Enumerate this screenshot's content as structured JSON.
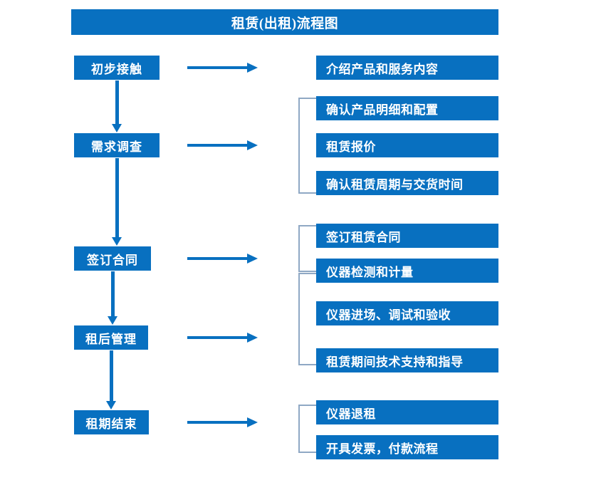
{
  "chart_data": {
    "type": "diagram",
    "title": "租赁(出租)流程图",
    "stages": [
      {
        "label": "初步接触",
        "details": [
          "介绍产品和服务内容"
        ]
      },
      {
        "label": "需求调查",
        "details": [
          "确认产品明细和配置",
          "租赁报价",
          "确认租赁周期与交货时间"
        ]
      },
      {
        "label": "签订合同",
        "details": [
          "签订租赁合同",
          "仪器检测和计量"
        ]
      },
      {
        "label": "租后管理",
        "details": [
          "仪器进场、调试和验收",
          "租赁期间技术支持和指导"
        ]
      },
      {
        "label": "租期结束",
        "details": [
          "仪器退租",
          "开具发票，付款流程"
        ]
      }
    ]
  },
  "diagram": {
    "title": "租赁(出租)流程图",
    "stages": [
      {
        "label": "初步接触"
      },
      {
        "label": "需求调查"
      },
      {
        "label": "签订合同"
      },
      {
        "label": "租后管理"
      },
      {
        "label": "租期结束"
      }
    ],
    "details": [
      {
        "label": "介绍产品和服务内容"
      },
      {
        "label": "确认产品明细和配置"
      },
      {
        "label": "租赁报价"
      },
      {
        "label": "确认租赁周期与交货时间"
      },
      {
        "label": "签订租赁合同"
      },
      {
        "label": "仪器检测和计量"
      },
      {
        "label": "仪器进场、调试和验收"
      },
      {
        "label": "租赁期间技术支持和指导"
      },
      {
        "label": "仪器退租"
      },
      {
        "label": "开具发票，付款流程"
      }
    ],
    "colors": {
      "box_fill": "#0870c0",
      "box_text": "#ffffff",
      "arrow": "#0870c0",
      "bracket": "#8fa8c4",
      "background": "#ffffff"
    }
  }
}
